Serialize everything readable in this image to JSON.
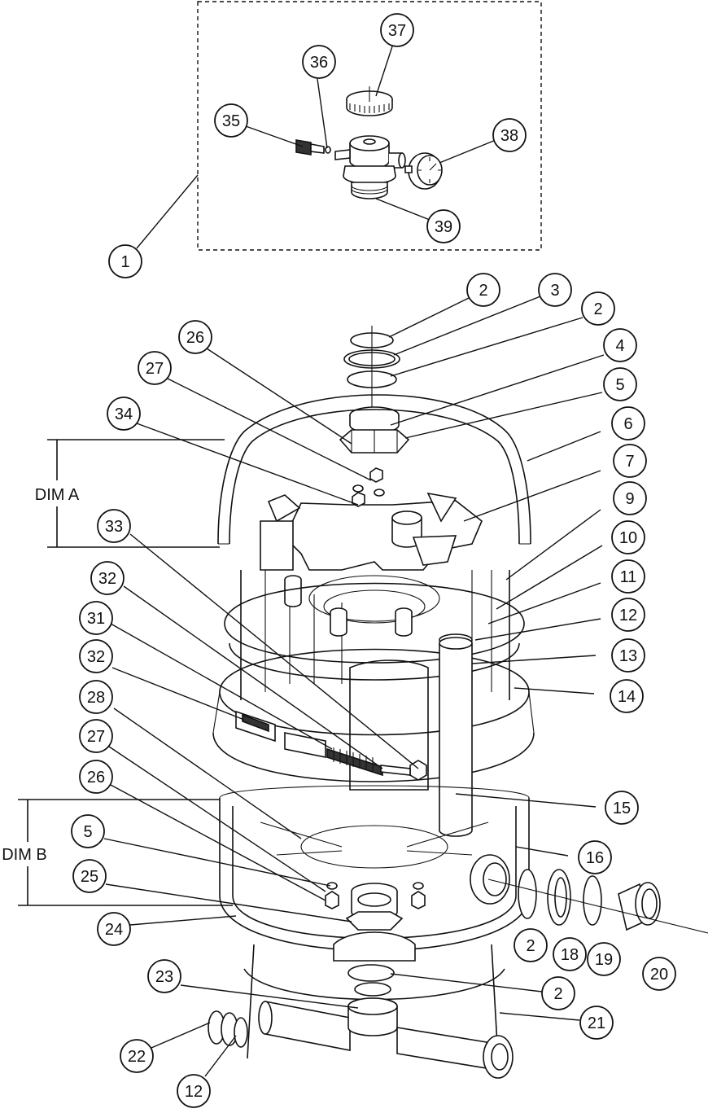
{
  "inset": {
    "label": "1"
  },
  "dimensions": {
    "dim_a": "DIM A",
    "dim_b": "DIM B"
  },
  "callouts": {
    "c1": "1",
    "c2a": "2",
    "c2b": "2",
    "c2c": "2",
    "c2d": "2",
    "c3": "3",
    "c4": "4",
    "c5a": "5",
    "c5b": "5",
    "c6": "6",
    "c7": "7",
    "c9": "9",
    "c10": "10",
    "c11": "11",
    "c12a": "12",
    "c12b": "12",
    "c13": "13",
    "c14": "14",
    "c15": "15",
    "c16": "16",
    "c18": "18",
    "c19": "19",
    "c20": "20",
    "c21": "21",
    "c22": "22",
    "c23": "23",
    "c24": "24",
    "c25": "25",
    "c26a": "26",
    "c26b": "26",
    "c27a": "27",
    "c27b": "27",
    "c28": "28",
    "c31": "31",
    "c32a": "32",
    "c32b": "32",
    "c33": "33",
    "c34": "34",
    "c35": "35",
    "c36": "36",
    "c37": "37",
    "c38": "38",
    "c39": "39"
  }
}
